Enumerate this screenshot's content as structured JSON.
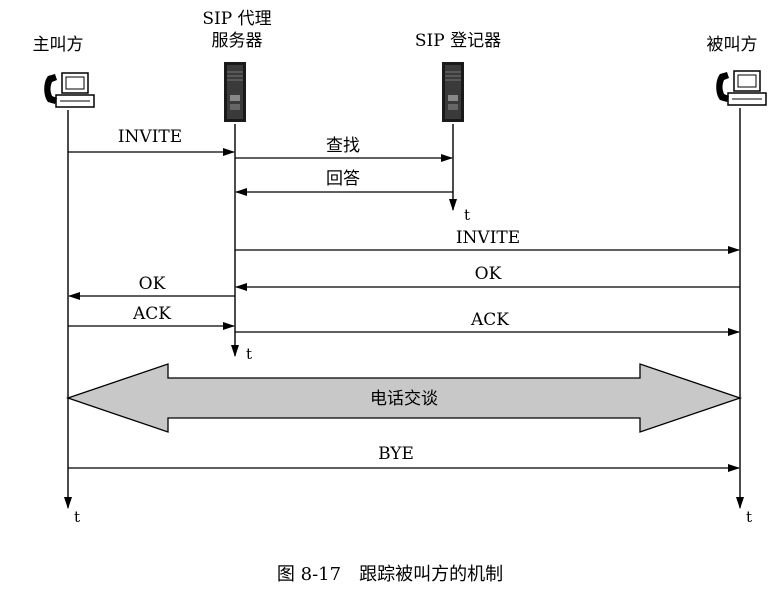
{
  "participants": {
    "caller": "主叫方",
    "proxy_line1": "SIP 代理",
    "proxy_line2": "服务器",
    "registrar": "SIP 登记器",
    "callee": "被叫方"
  },
  "messages": {
    "invite_caller_proxy": "INVITE",
    "lookup": "查找",
    "reply": "回答",
    "invite_proxy_callee": "INVITE",
    "ok_callee_proxy": "OK",
    "ok_proxy_caller": "OK",
    "ack_caller_proxy": "ACK",
    "ack_proxy_callee": "ACK",
    "bye": "BYE"
  },
  "conversation": "电话交谈",
  "time_label": "t",
  "caption": "图 8-17　跟踪被叫方的机制",
  "colors": {
    "arrow_fill": "#c8c8c8",
    "line": "#000000"
  }
}
